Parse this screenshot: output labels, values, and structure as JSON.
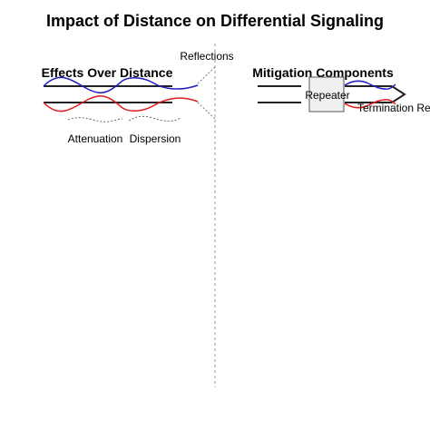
{
  "title": "Impact of Distance on Differential Signaling",
  "left_panel": {
    "heading": "Effects Over Distance",
    "labels": {
      "reflections": "Reflections",
      "attenuation": "Attenuation",
      "dispersion": "Dispersion"
    }
  },
  "right_panel": {
    "heading": "Mitigation Components",
    "labels": {
      "repeater": "Repeater",
      "termination": "Termination Resistor"
    }
  },
  "colors": {
    "positive_signal": "#1f1fbf",
    "negative_signal": "#e01b1b",
    "conductor": "#222222",
    "divider": "#9a9a9a",
    "repeater_fill": "#f0f0f0",
    "repeater_stroke": "#555555"
  }
}
